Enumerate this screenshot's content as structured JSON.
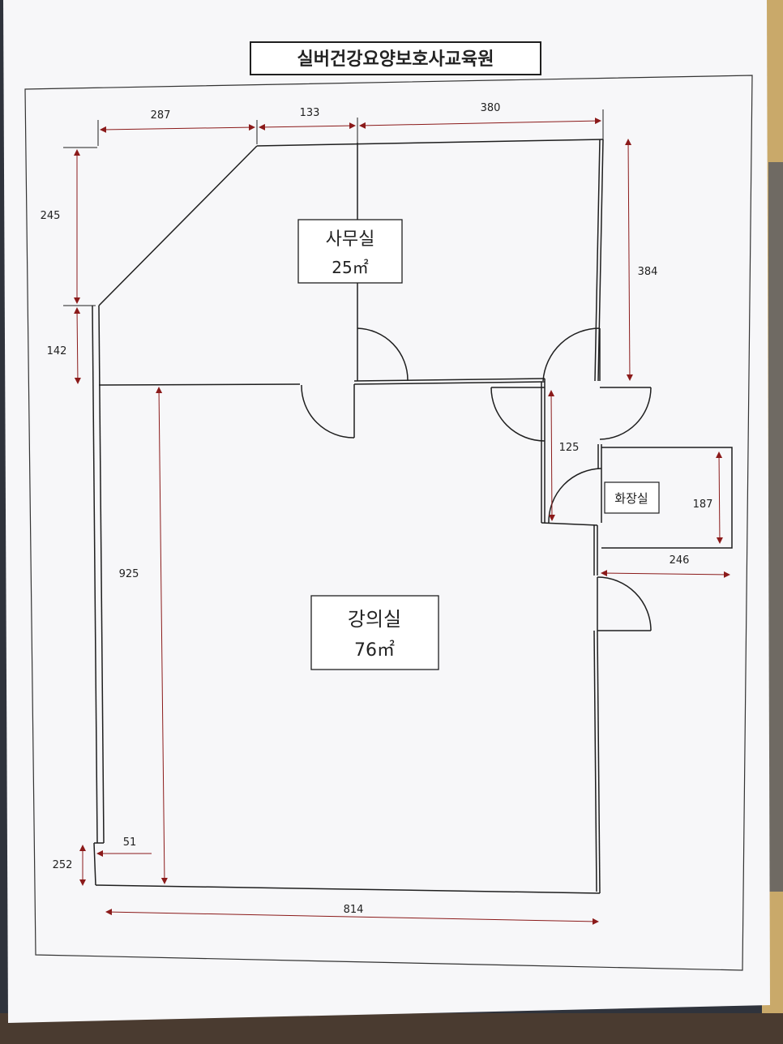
{
  "title": "실버건강요양보호사교육원",
  "rooms": {
    "office": {
      "name": "사무실",
      "area": "25㎡"
    },
    "lecture": {
      "name": "강의실",
      "area": "76㎡"
    },
    "restroom": {
      "name": "화장실"
    }
  },
  "dimensions": {
    "top_left": "287",
    "top_middle": "133",
    "top_right": "380",
    "left_upper": "245",
    "left_lower": "142",
    "right_office": "384",
    "restroom_door": "125",
    "restroom_height": "187",
    "restroom_width": "246",
    "lecture_height": "925",
    "notch_width": "51",
    "notch_height": "252",
    "bottom_width": "814"
  },
  "colors": {
    "wall": "#1f1f1f",
    "dimension_line": "#8b1a1a",
    "paper": "#f7f7f9",
    "backdrop": "#3a3f4a"
  }
}
